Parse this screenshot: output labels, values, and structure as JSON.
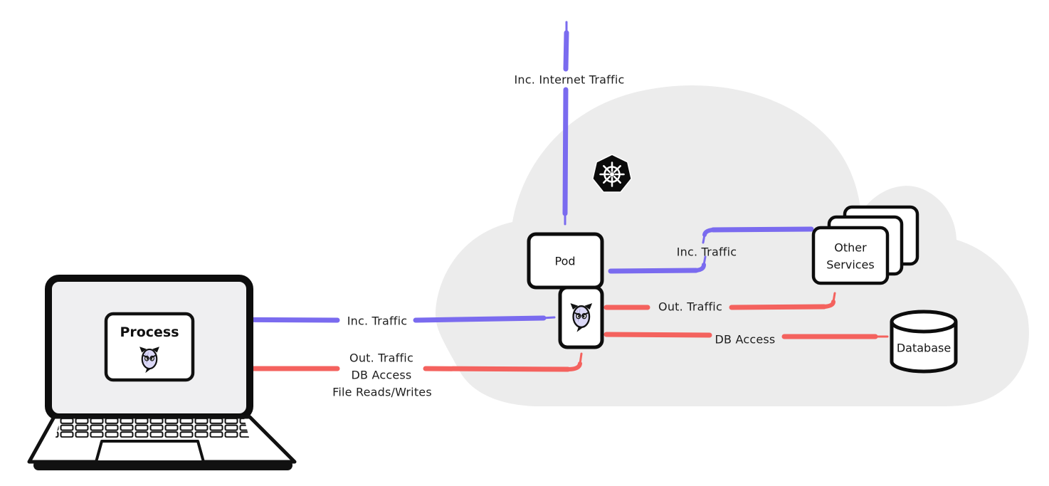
{
  "flows": {
    "inc_internet": {
      "label": "Inc. Internet Traffic"
    },
    "process_inc": {
      "label": "Inc. Traffic"
    },
    "process_out": {
      "line1": "Out. Traffic",
      "line2": "DB Access",
      "line3": "File Reads/Writes"
    },
    "pod_inc": {
      "label": "Inc. Traffic"
    },
    "pod_out": {
      "label": "Out. Traffic"
    },
    "pod_db": {
      "label": "DB Access"
    }
  },
  "nodes": {
    "process": {
      "label": "Process"
    },
    "pod": {
      "label": "Pod"
    },
    "other_services": {
      "line1": "Other",
      "line2": "Services"
    },
    "database": {
      "label": "Database"
    }
  },
  "icons": {
    "kubernetes": "kubernetes-wheel-icon",
    "mascot": "ebpf-agent-mascot-icon"
  },
  "colors": {
    "incoming_traffic": "#7a6bef",
    "outgoing_traffic": "#f4625e",
    "cloud": "#ececec",
    "ink": "#111111",
    "text": "#1e1e1e",
    "mascot_fill": "#dcd9f7"
  }
}
